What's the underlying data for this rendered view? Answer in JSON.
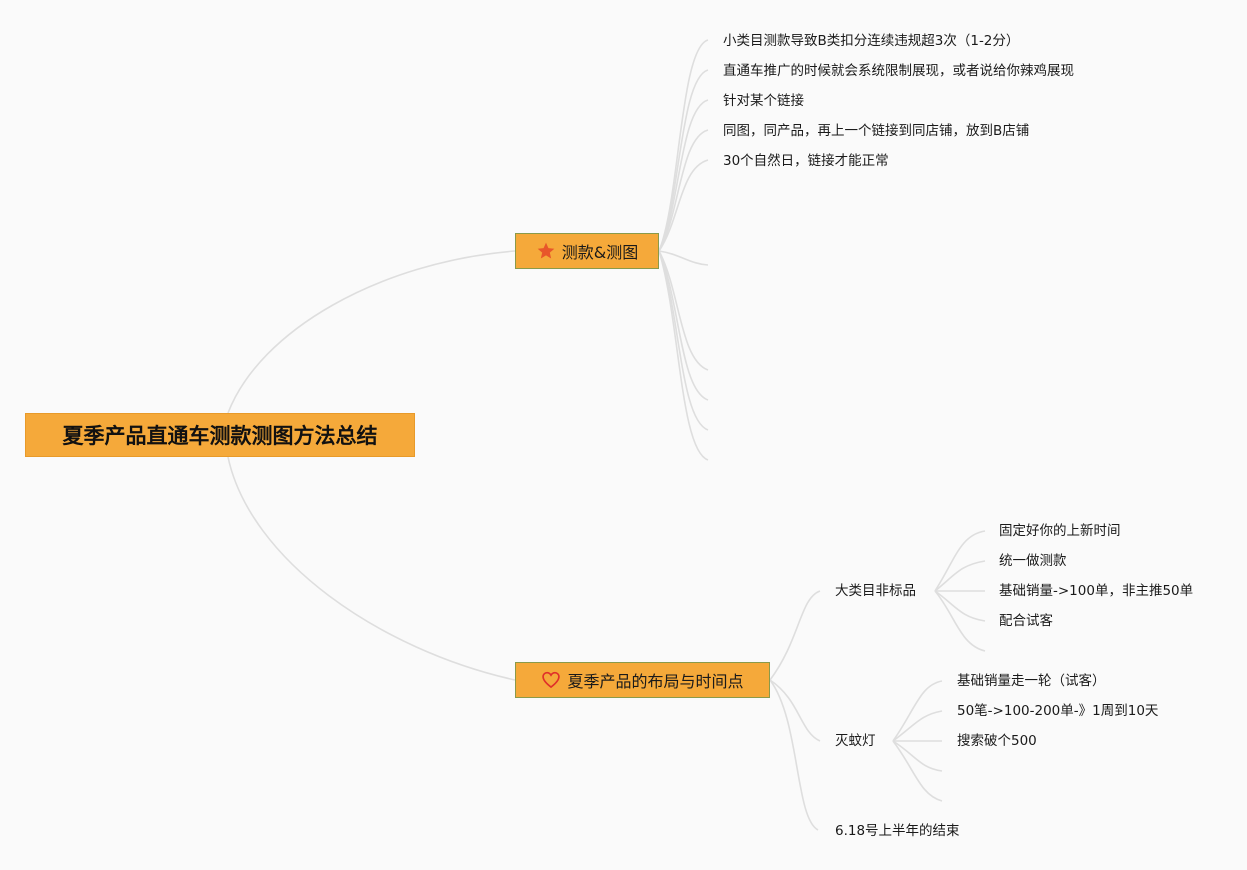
{
  "root": {
    "label": "夏季产品直通车测款测图方法总结"
  },
  "branches": [
    {
      "label": "测款&测图",
      "icon": "star-icon",
      "icon_color": "#e8572a",
      "items": [
        "小类目测款导致B类扣分连续违规超3次（1-2分）",
        "直通车推广的时候就会系统限制展现，或者说给你辣鸡展现",
        "针对某个链接",
        "同图，同产品，再上一个链接到同店铺，放到B店铺",
        "30个自然日，链接才能正常"
      ]
    },
    {
      "label": "夏季产品的布局与时间点",
      "icon": "heart-icon",
      "icon_color": "#e0302a",
      "subs": [
        {
          "label": "大类目非标品",
          "items": [
            "固定好你的上新时间",
            "统一做测款",
            "基础销量->100单，非主推50单",
            "配合试客"
          ]
        },
        {
          "label": "灭蚊灯",
          "items": [
            "基础销量走一轮（试客）",
            "50笔->100-200单-》1周到10天",
            "搜索破个500"
          ]
        },
        {
          "label": "6.18号上半年的结束"
        }
      ]
    }
  ],
  "colors": {
    "node_fill": "#f5a93a",
    "link": "#dcdcdc",
    "background": "#fafafa"
  }
}
